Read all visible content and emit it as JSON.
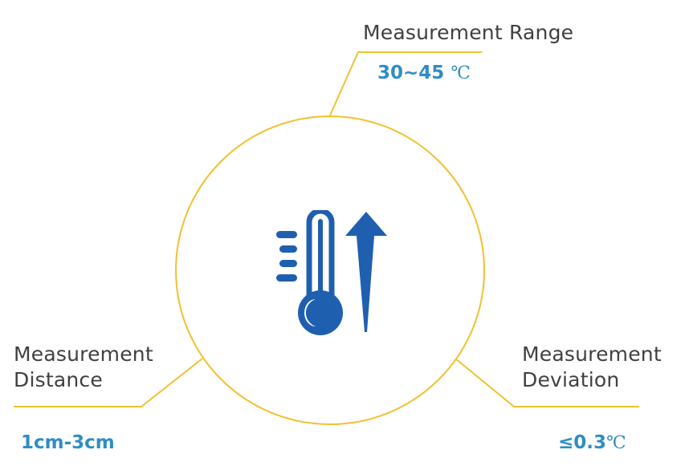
{
  "colors": {
    "accent_line": "#f2c12e",
    "icon_blue": "#1f5fb0",
    "value_blue": "#2f8dc4",
    "label_text": "#404040"
  },
  "center_icon": "thermometer-with-up-arrow-icon",
  "measurement_range": {
    "label": "Measurement Range",
    "value": "30~45",
    "unit": "℃"
  },
  "measurement_distance": {
    "label_line1": "Measurement",
    "label_line2": "Distance",
    "value": "1cm-3cm"
  },
  "measurement_deviation": {
    "label_line1": "Measurement",
    "label_line2": "Deviation",
    "value": "≤0.3",
    "unit": "℃"
  }
}
